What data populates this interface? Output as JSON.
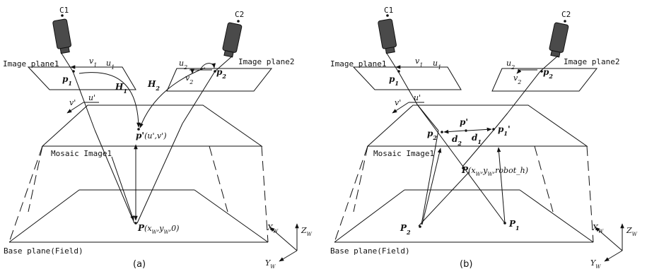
{
  "colors": {
    "ink": "#111111",
    "camera_body": "#4a4a4a",
    "background": "#ffffff"
  },
  "left": {
    "camera1": "C1",
    "camera2": "C2",
    "image_plane1": "Image plane1",
    "image_plane2": "Image plane2",
    "v1": "v",
    "v1_sub": "1",
    "u1": "u",
    "u1_sub": "1",
    "p1": "p",
    "p1_sub": "1",
    "u2": "u",
    "u2_sub": "2",
    "v2": "v",
    "v2_sub": "2",
    "p2": "p",
    "p2_sub": "2",
    "H1": "H",
    "H1_sub": "1",
    "H2": "H",
    "H2_sub": "2",
    "vprime": "v'",
    "uprime": "u'",
    "pprime": "p'",
    "pprime_coords": "(u',v')",
    "mosaic": "Mosaic Image1",
    "P": "P",
    "P_coords_open": "(x",
    "P_sub_w1": "W",
    "P_mid": ",y",
    "P_sub_w2": "W",
    "P_coords_close": ",0)",
    "base": "Base plane(Field)",
    "XW": "X",
    "XW_sub": "W",
    "ZW": "Z",
    "ZW_sub": "W",
    "YW": "Y",
    "YW_sub": "W",
    "caption": "(a)"
  },
  "right": {
    "camera1": "C1",
    "camera2": "C2",
    "image_plane1": "Image plane1",
    "image_plane2": "Image plane2",
    "v1": "v",
    "v1_sub": "1",
    "u1": "u",
    "u1_sub": "1",
    "p1": "p",
    "p1_sub": "1",
    "u2": "u",
    "u2_sub": "2",
    "v2": "v",
    "v2_sub": "2",
    "p2": "p",
    "p2_sub": "2",
    "vprime": "v'",
    "uprime": "u'",
    "pprime": "p'",
    "p2prime": "p",
    "p2prime_sub": "2",
    "p1prime": "p",
    "p1prime_sub": "1",
    "p1prime_mark": "'",
    "d2": "d",
    "d2_sub": "2",
    "d1": "d",
    "d1_sub": "1",
    "mosaic": "Mosaic Image1",
    "P": "P",
    "P_coords_open": "(x",
    "P_sub_w1": "W",
    "P_mid": ",y",
    "P_sub_w2": "W",
    "P_coords_close": ",robot_h)",
    "P2": "P",
    "P2_sub": "2",
    "P1": "P",
    "P1_sub": "1",
    "base": "Base plane(Field)",
    "XW": "X",
    "XW_sub": "W",
    "ZW": "Z",
    "ZW_sub": "W",
    "YW": "Y",
    "YW_sub": "W",
    "caption": "(b)"
  }
}
